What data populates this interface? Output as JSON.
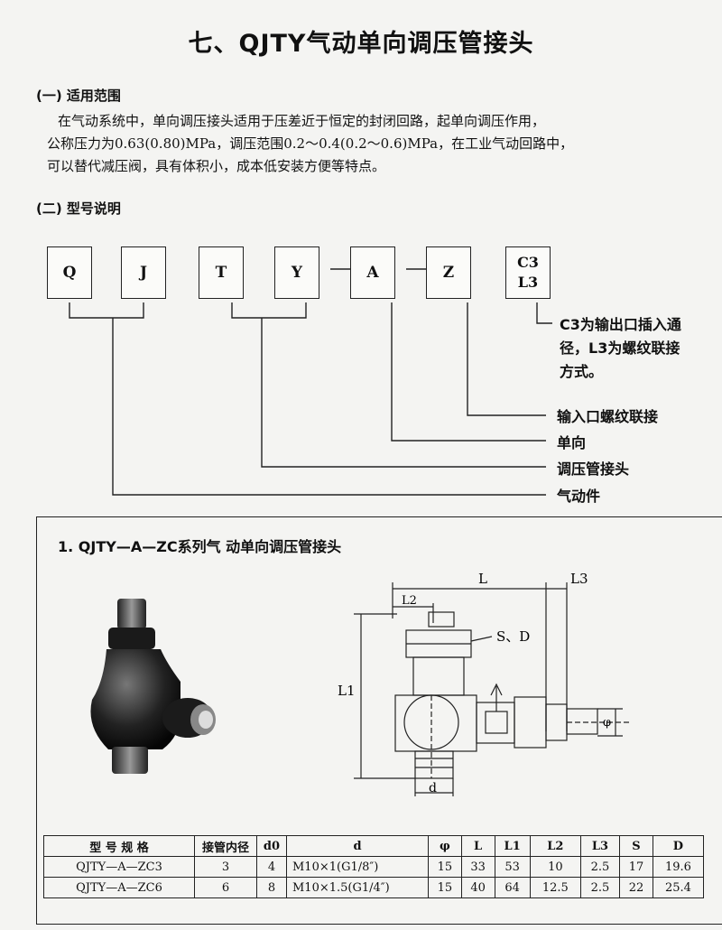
{
  "title": "七、QJTY气动单向调压管接头",
  "section1": {
    "heading": "(一) 适用范围",
    "lines": [
      "在气动系统中，单向调压接头适用于压差近于恒定的封闭回路，起单向调压作用，",
      "公称压力为0.63(0.80)MPa，调压范围0.2～0.4(0.2～0.6)MPa，在工业气动回路中，",
      "可以替代减压阀，具有体积小，成本低安装方便等特点。"
    ]
  },
  "section2": {
    "heading": "(二) 型号说明",
    "boxes": [
      "Q",
      "J",
      "T",
      "Y",
      "A",
      "Z"
    ],
    "last_box": {
      "top": "C3",
      "bottom": "L3"
    },
    "notes": {
      "c3_line1": "C3为输出口插入通",
      "c3_line2": "径，L3为螺纹联接",
      "c3_line3": "方式。",
      "z": "输入口螺纹联接",
      "a": "单向",
      "ty": "调压管接头",
      "qj": "气动件"
    }
  },
  "product": {
    "title": "1. QJTY—A—ZC系列气 动单向调压管接头",
    "dims": {
      "L": "L",
      "L3": "L3",
      "L2": "L2",
      "SD": "S、D",
      "L1": "L1",
      "d": "d",
      "phi": "φ"
    },
    "table": {
      "headers": [
        "型 号 规 格",
        "接管内径",
        "d0",
        "d",
        "φ",
        "L",
        "L1",
        "L2",
        "L3",
        "S",
        "D"
      ],
      "rows": [
        [
          "QJTY—A—ZC3",
          "3",
          "4",
          "M10×1(G1/8″)",
          "15",
          "33",
          "53",
          "10",
          "2.5",
          "17",
          "19.6"
        ],
        [
          "QJTY—A—ZC6",
          "6",
          "8",
          "M10×1.5(G1/4″)",
          "15",
          "40",
          "64",
          "12.5",
          "2.5",
          "22",
          "25.4"
        ]
      ]
    }
  }
}
